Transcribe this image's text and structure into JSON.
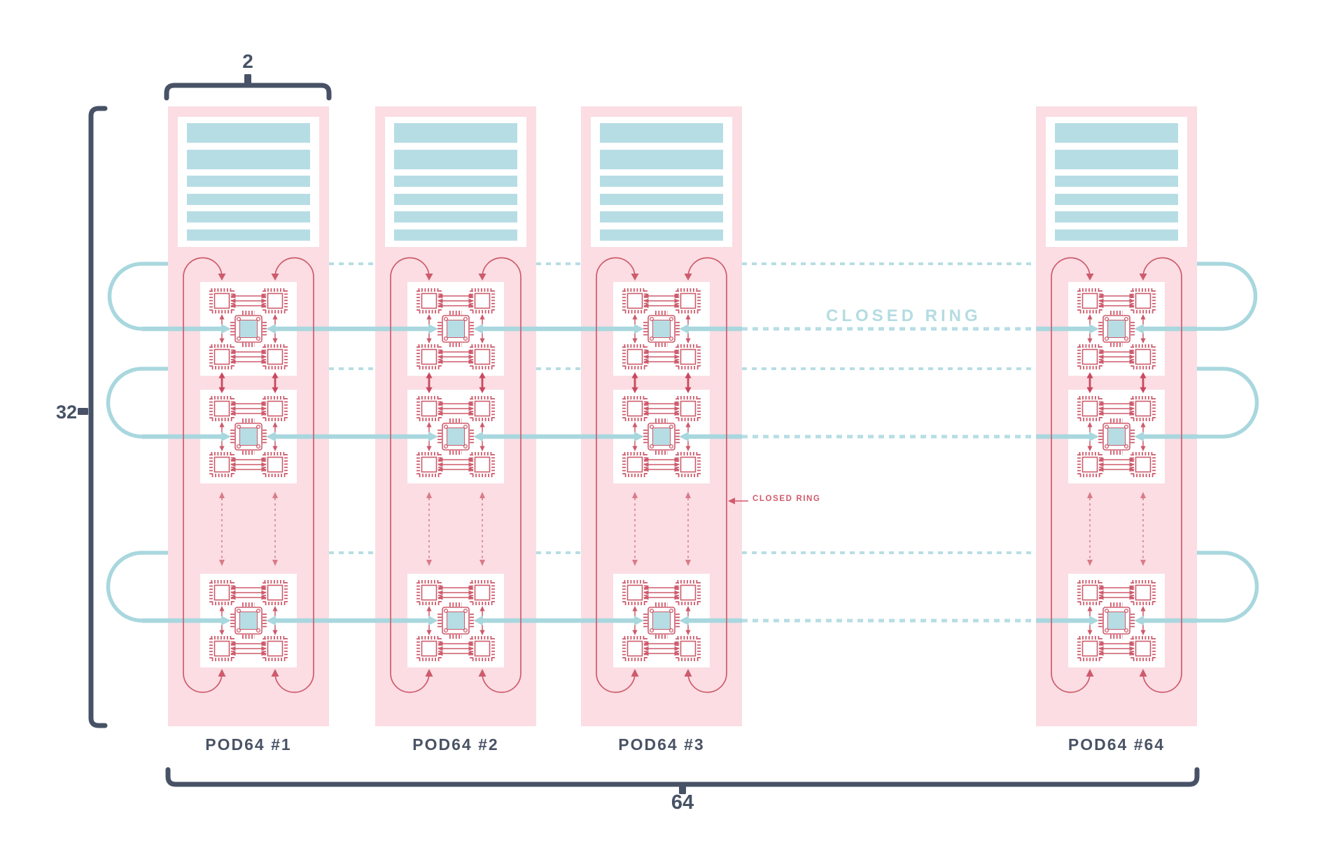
{
  "annotations": {
    "group_width_count": "2",
    "rack_height_count": "32",
    "total_pods_count": "64"
  },
  "pods": [
    {
      "label": "POD64 #1"
    },
    {
      "label": "POD64 #2"
    },
    {
      "label": "POD64 #3"
    },
    {
      "label": "POD64 #64"
    }
  ],
  "ring": {
    "inter_pod_label": "CLOSED RING",
    "intra_pod_label": "CLOSED RING"
  },
  "icons": {
    "switch_stack": "switch-stack-icon",
    "compute_chip": "processor-chip-icon",
    "accelerator_board": "accelerator-board-icon"
  },
  "colors": {
    "pod_background": "#fbdde3",
    "accent_red": "#cd5b6c",
    "fill_blue": "#b6dde4",
    "line_blue": "#a9d7de",
    "dashed_blue": "#b7dee4",
    "dark_slate": "#475266"
  }
}
